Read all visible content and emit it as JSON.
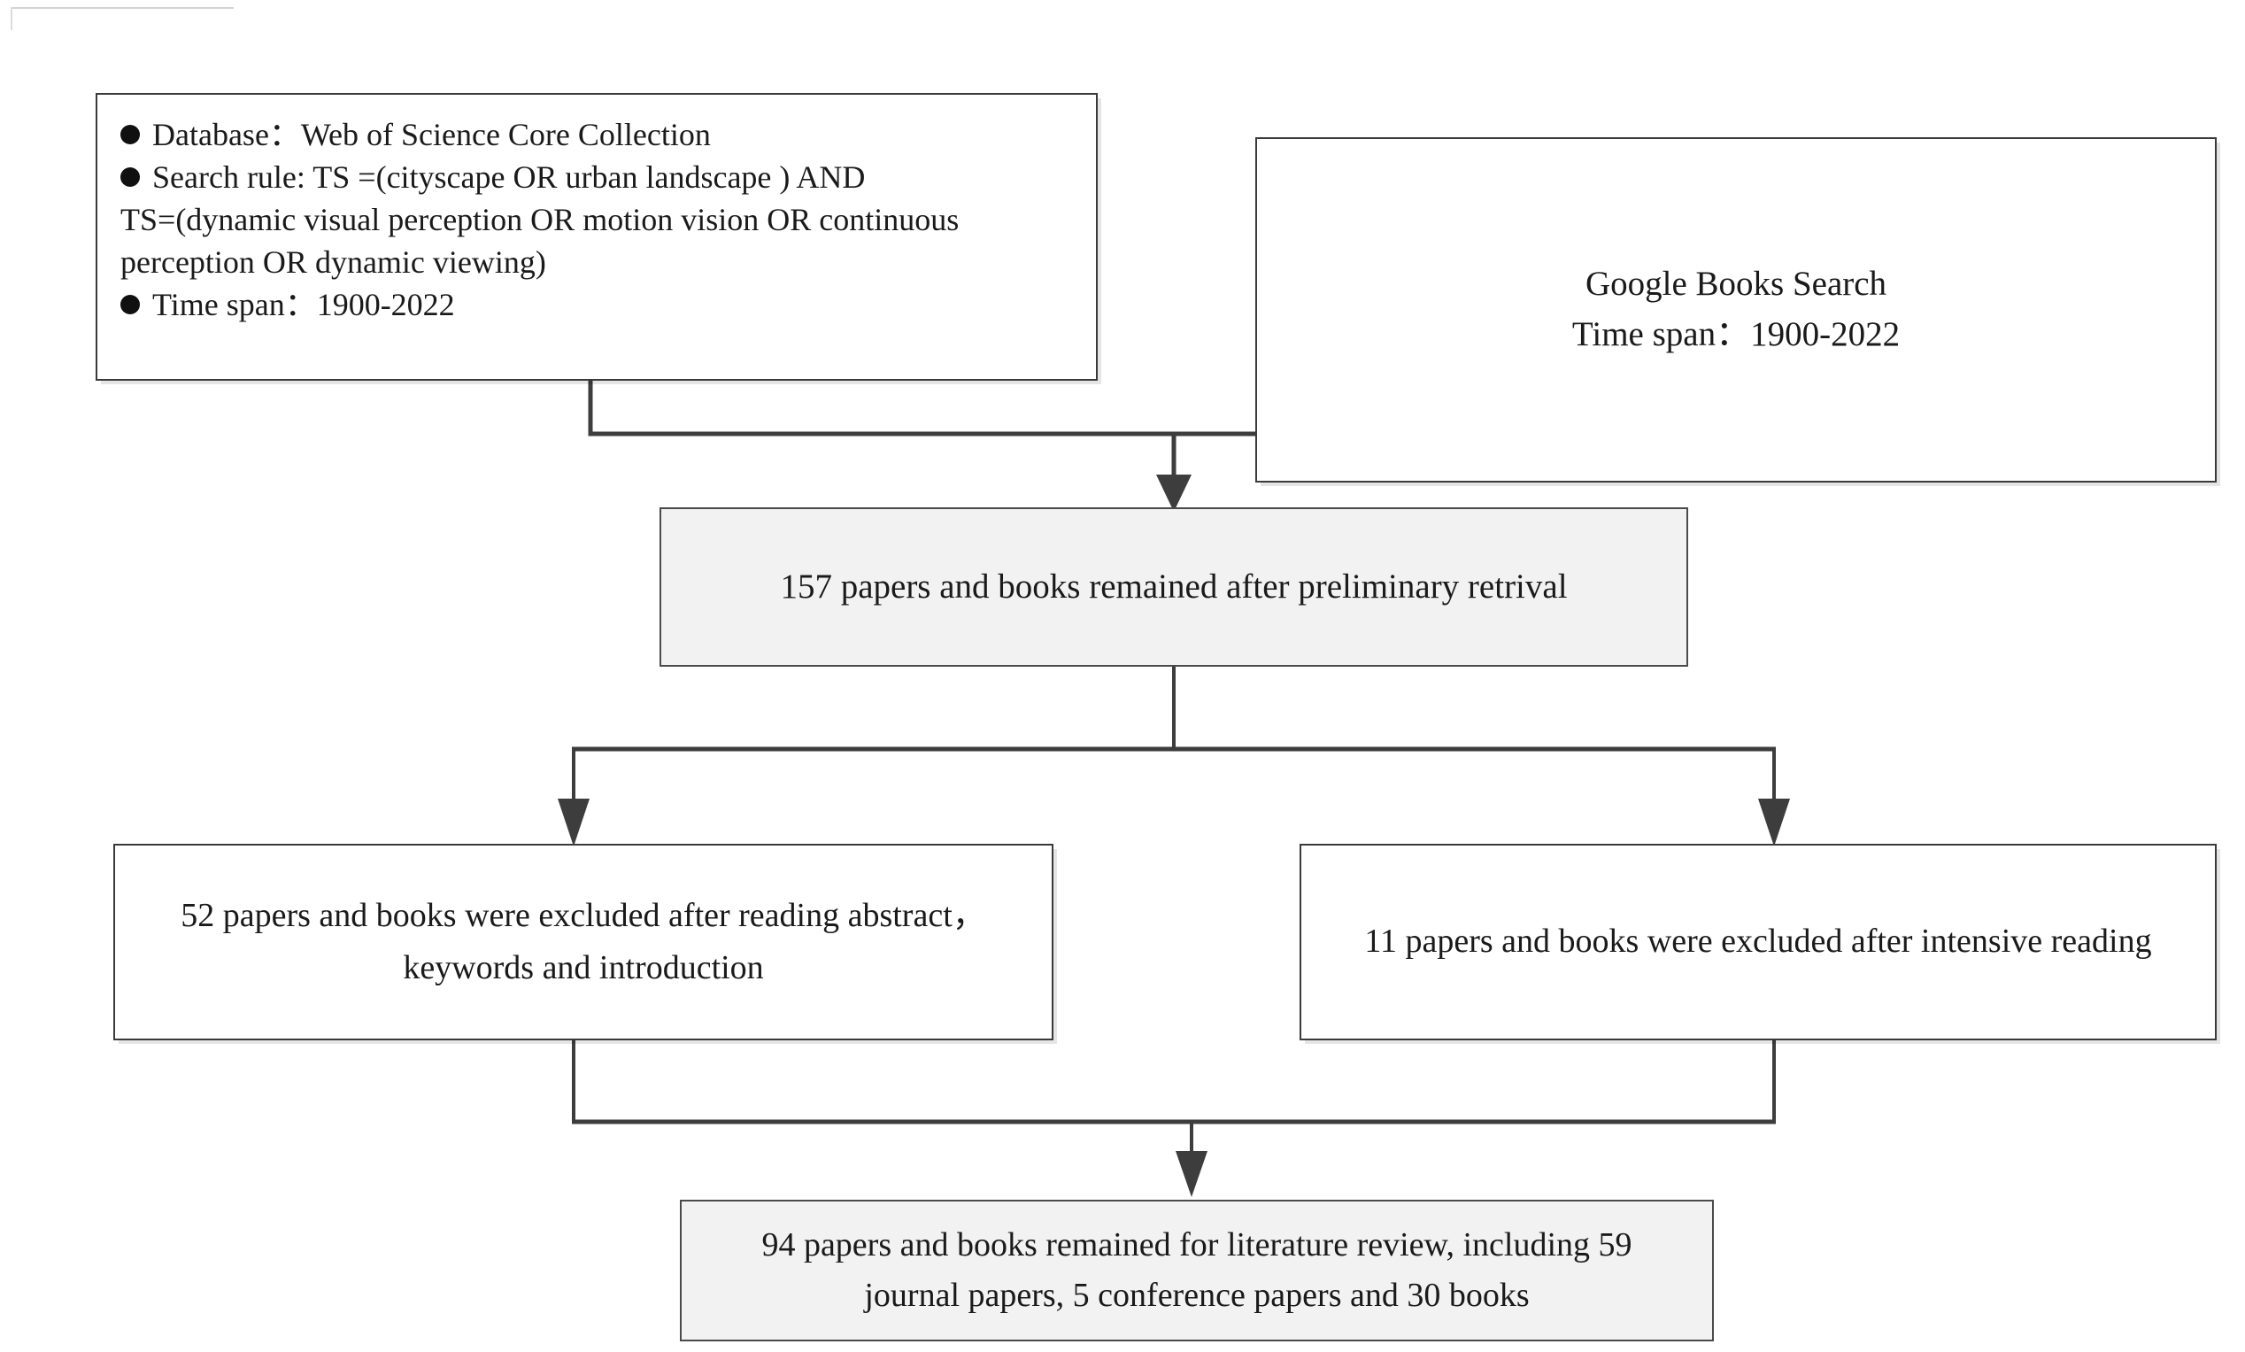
{
  "figure": {
    "type": "flowchart",
    "orientation": "top-to-bottom",
    "title_visible": false
  },
  "colors": {
    "box_border": "#3a3a3a",
    "box_fill_plain": "#ffffff",
    "box_fill_shaded": "#f2f2f2",
    "connector": "#3d3d3d",
    "text": "#1a1a1a",
    "bullet": "#101010"
  },
  "nodes": {
    "criteria": {
      "id": "database-search-criteria",
      "fill": "white",
      "lines": [
        {
          "bullet": true,
          "text": "Database：Web of Science Core Collection"
        },
        {
          "bullet": true,
          "text": "Search rule: TS =(cityscape OR urban landscape ) AND"
        },
        {
          "bullet": false,
          "text": "TS=(dynamic visual perception OR motion vision OR continuous"
        },
        {
          "bullet": false,
          "text": "perception OR dynamic viewing)"
        },
        {
          "bullet": true,
          "text": "Time span：1900-2022"
        }
      ]
    },
    "google": {
      "id": "google-books-search",
      "fill": "white",
      "lines": [
        "Google Books Search",
        "Time span：1900-2022"
      ]
    },
    "prelim": {
      "id": "preliminary-retrieval-result",
      "fill": "shaded",
      "count": 157,
      "lines": [
        "157 papers and books remained after preliminary retrival"
      ]
    },
    "excluded_abstract": {
      "id": "excluded-after-abstract",
      "fill": "white",
      "count": 52,
      "lines": [
        "52 papers and books were excluded after reading abstract，",
        "keywords and introduction"
      ]
    },
    "excluded_intensive": {
      "id": "excluded-after-intensive-reading",
      "fill": "white",
      "count": 11,
      "lines": [
        "11 papers and books were excluded after intensive reading"
      ]
    },
    "final": {
      "id": "final-literature-review-set",
      "fill": "shaded",
      "count": 94,
      "breakdown": {
        "journal_papers": 59,
        "conference_papers": 5,
        "books": 30
      },
      "lines": [
        "94 papers and books remained for literature review, including 59",
        "journal papers, 5 conference papers and 30 books"
      ]
    }
  },
  "edges": [
    {
      "from": "criteria",
      "to": "prelim",
      "style": "elbow-down-right-arrow"
    },
    {
      "from": "google",
      "to": "prelim",
      "style": "elbow-down-left-arrow"
    },
    {
      "from": "prelim",
      "to": "excluded_abstract",
      "style": "split-left-arrow"
    },
    {
      "from": "prelim",
      "to": "excluded_intensive",
      "style": "split-right-arrow"
    },
    {
      "from": "excluded_abstract",
      "to": "final",
      "style": "merge-down-arrow"
    },
    {
      "from": "excluded_intensive",
      "to": "final",
      "style": "merge-down-arrow"
    }
  ]
}
